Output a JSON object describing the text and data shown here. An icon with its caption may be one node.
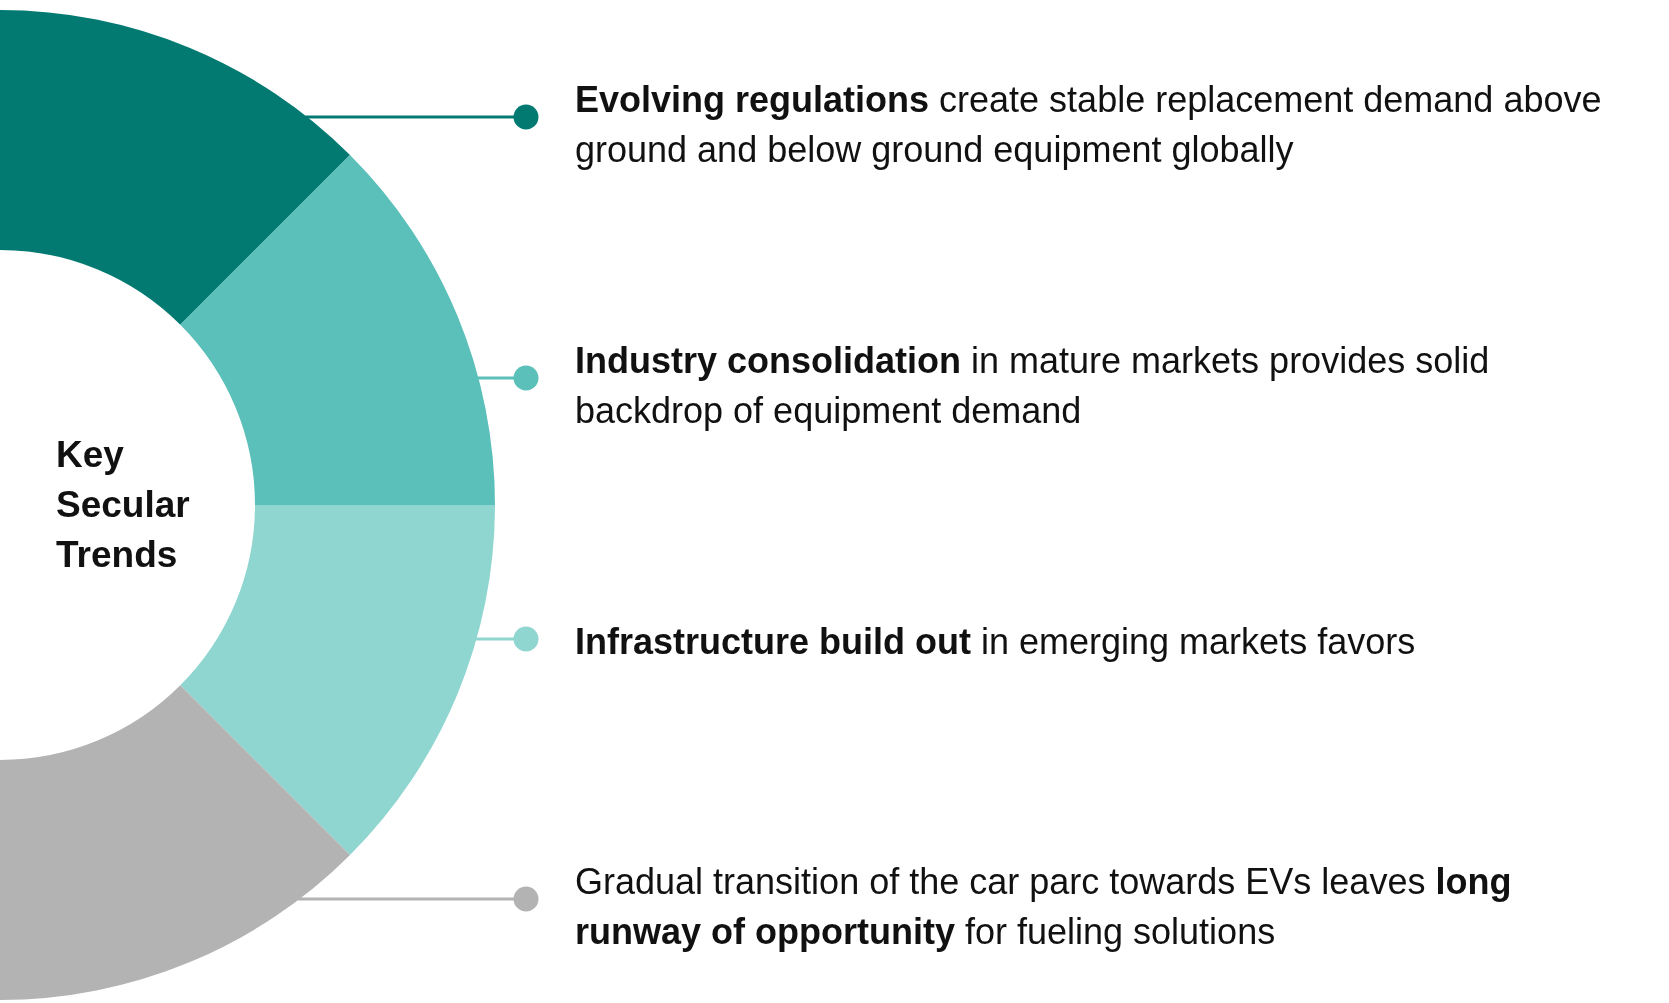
{
  "diagram": {
    "nodes": [
      {
        "text": [
          "Key Secular Trends"
        ]
      },
      {
        "text": [],
        "shape": "arc"
      },
      {
        "text": [],
        "shape": "arc"
      },
      {
        "text": [],
        "shape": "arc"
      },
      {
        "text": [],
        "shape": "arc"
      },
      {
        "text": [
          "**Evolving regulations** create stable replacement demand above ground and below ground equipment globally"
        ]
      },
      {
        "text": [
          "**Industry consolidation** in mature markets provides solid backdrop of equipment demand"
        ]
      },
      {
        "text": [
          "**Infrastructure build out** in emerging markets favors"
        ]
      },
      {
        "text": [
          "Gradual transition of the car parc towards EVs leaves **long runway of opportunity** for fueling solutions"
        ]
      }
    ],
    "edges": [
      {
        "from": 1,
        "to": 5,
        "arrow": "other",
        "color": "#027a72"
      },
      {
        "from": 2,
        "to": 6,
        "arrow": "other",
        "color": "#5bbfba"
      },
      {
        "from": 3,
        "to": 7,
        "arrow": "other",
        "color": "#8fd6d1"
      },
      {
        "from": 4,
        "to": 8,
        "arrow": "other",
        "color": "#b3b3b3"
      }
    ]
  }
}
